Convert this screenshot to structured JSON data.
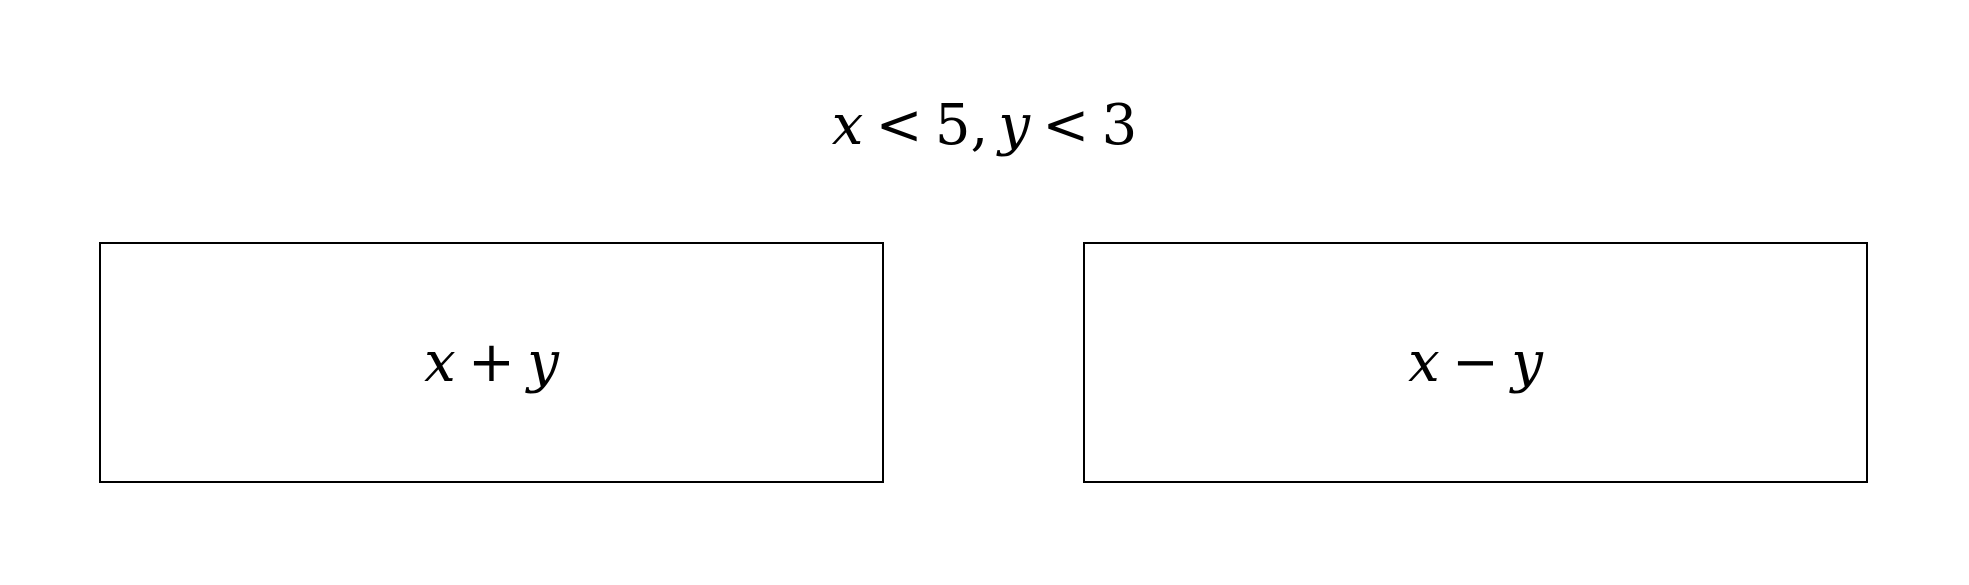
{
  "condition": {
    "x": "x",
    "lt1": "<",
    "five": "5",
    "comma": ",",
    "y": "y",
    "lt2": "<",
    "three": "3"
  },
  "boxes": [
    {
      "left": "x",
      "op": "+",
      "right": "y"
    },
    {
      "left": "x",
      "op": "−",
      "right": "y"
    }
  ],
  "colors": {
    "stroke": "#000000",
    "background": "#ffffff"
  }
}
